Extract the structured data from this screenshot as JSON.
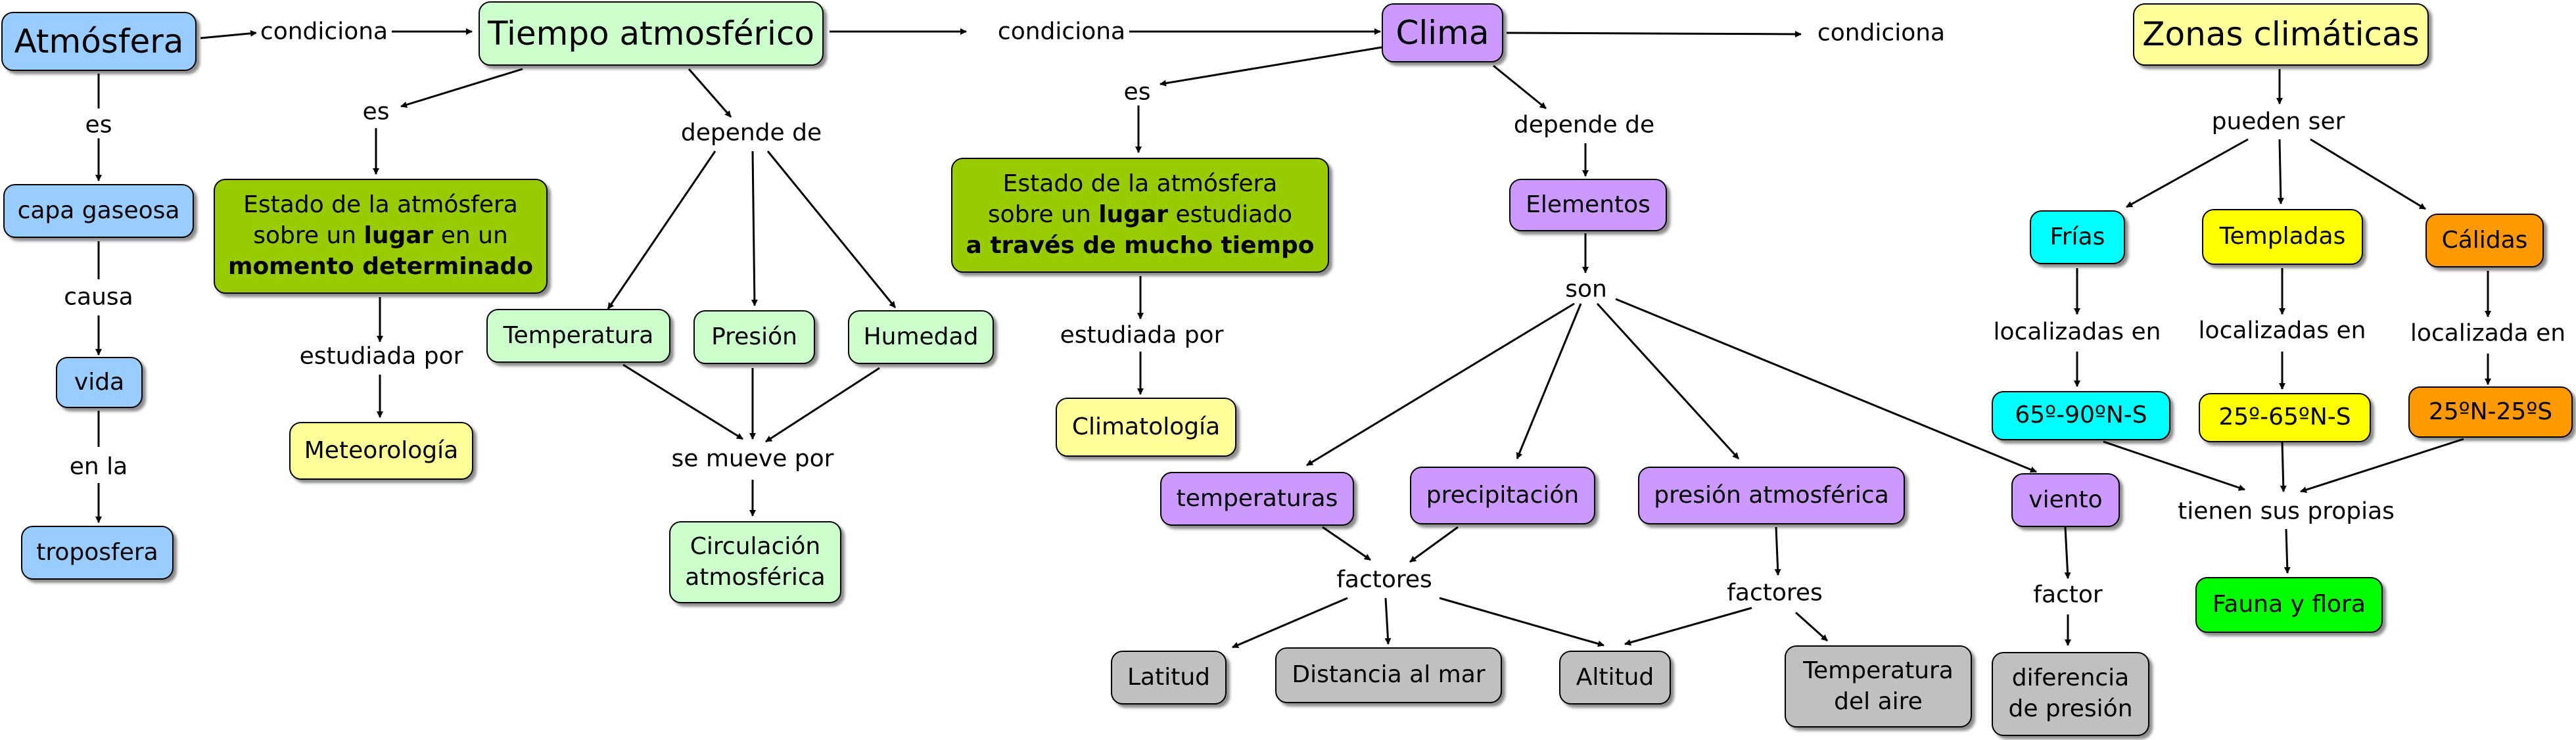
{
  "nodes": {
    "atmosfera": "Atmósfera",
    "tiempo": "Tiempo atmosférico",
    "clima": "Clima",
    "zonas": "Zonas climáticas",
    "capa": "capa gaseosa",
    "vida": "vida",
    "troposfera": "troposfera",
    "estado_tiempo": [
      "Estado de la atmósfera",
      "sobre un ",
      "lugar",
      " en un",
      "momento determinado"
    ],
    "meteorologia": "Meteorología",
    "temperatura": "Temperatura",
    "presion": "Presión",
    "humedad": "Humedad",
    "circulacion": [
      "Circulación",
      "atmosférica"
    ],
    "estado_clima": [
      "Estado de la atmósfera",
      "sobre un ",
      "lugar",
      " estudiado",
      "a través de mucho tiempo"
    ],
    "climatologia": "Climatología",
    "elementos": "Elementos",
    "temperaturas": "temperaturas",
    "precipitacion": "precipitación",
    "presion_atm": "presión atmosférica",
    "viento": "viento",
    "latitud": "Latitud",
    "distancia": "Distancia al mar",
    "altitud": "Altitud",
    "temp_aire": [
      "Temperatura",
      "del aire"
    ],
    "diferencia": [
      "diferencia",
      "de presión"
    ],
    "frias": "Frías",
    "templadas": "Templadas",
    "calidas": "Cálidas",
    "r_frias": "65º-90ºN-S",
    "r_templadas": "25º-65ºN-S",
    "r_calidas": "25ºN-25ºS",
    "fauna": "Fauna y flora"
  },
  "links": {
    "condiciona1": "condiciona",
    "condiciona2": "condiciona",
    "condiciona3": "condiciona",
    "es1": "es",
    "causa": "causa",
    "en_la": "en la",
    "es2": "es",
    "depende1": "depende de",
    "estudiada1": "estudiada por",
    "se_mueve": "se mueve por",
    "es3": "es",
    "depende2": "depende de",
    "estudiada2": "estudiada por",
    "son": "son",
    "factores1": "factores",
    "factores2": "factores",
    "factor": "factor",
    "pueden_ser": "pueden ser",
    "localizadas1": "localizadas en",
    "localizadas2": "localizadas en",
    "localizada3": "localizada en",
    "tienen": "tienen sus propias"
  },
  "colors": {
    "blue": "#99ccff",
    "light_green": "#ccffcc",
    "olive_green": "#99cc00",
    "purple": "#cc99ff",
    "light_yellow": "#ffff99",
    "yellow": "#ffff00",
    "cyan": "#00ffff",
    "orange": "#ff9900",
    "bright_green": "#00ff00",
    "gray": "#c0c0c0"
  }
}
